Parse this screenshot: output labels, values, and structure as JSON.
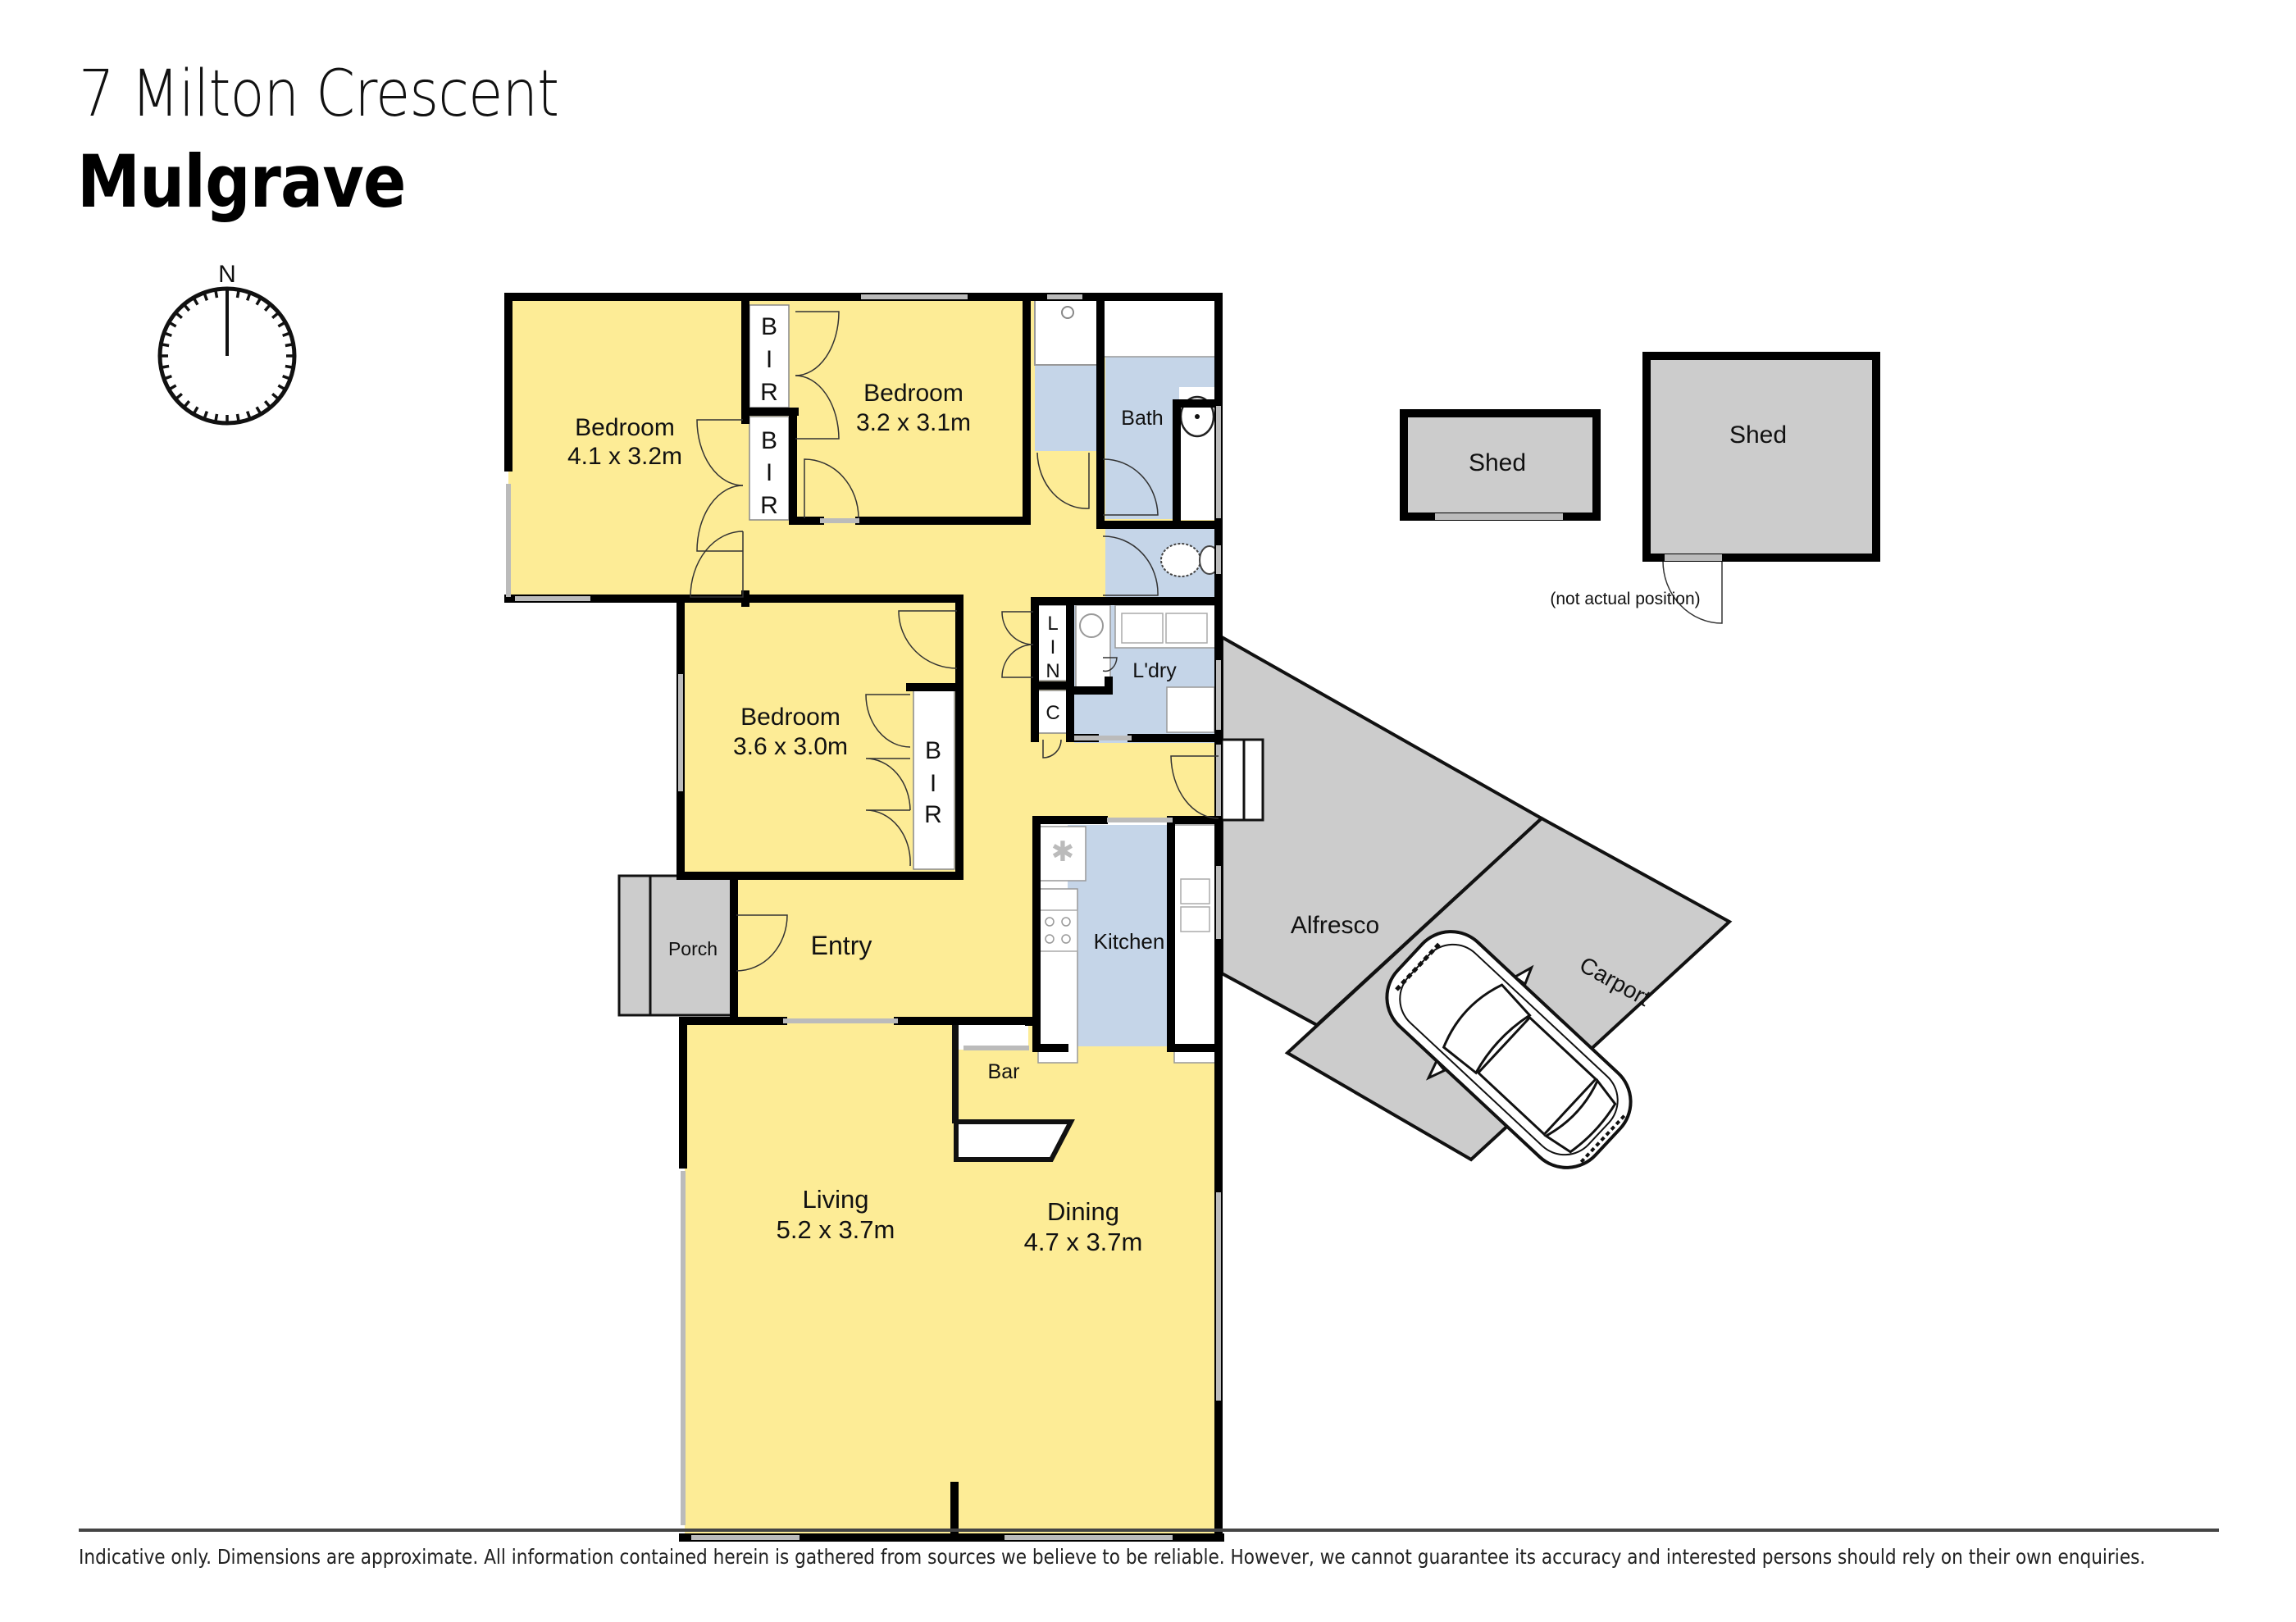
{
  "header": {
    "address_line": "7 Milton Crescent",
    "suburb": "Mulgrave"
  },
  "compass": {
    "icon": "north-compass-icon",
    "label": "N"
  },
  "colors": {
    "living_area": "#fdec96",
    "wet_area": "#c5d5e8",
    "outdoor_area": "#cccccc",
    "wall": "#000000",
    "fixture": "#ffffff"
  },
  "rooms": {
    "bedroom1": {
      "name": "Bedroom",
      "dims": "4.1 x 3.2m"
    },
    "bedroom2": {
      "name": "Bedroom",
      "dims": "3.2 x 3.1m"
    },
    "bedroom3": {
      "name": "Bedroom",
      "dims": "3.6 x 3.0m"
    },
    "bir1": {
      "letters": [
        "B",
        "I",
        "R"
      ]
    },
    "bir2": {
      "letters": [
        "B",
        "I",
        "R"
      ]
    },
    "bir3": {
      "letters": [
        "B",
        "I",
        "R"
      ]
    },
    "bath": {
      "name": "Bath"
    },
    "lin": {
      "letters": [
        "L",
        "I",
        "N"
      ]
    },
    "cupboard": {
      "name": "C"
    },
    "laundry": {
      "name": "L'dry"
    },
    "kitchen": {
      "name": "Kitchen"
    },
    "porch": {
      "name": "Porch"
    },
    "entry": {
      "name": "Entry"
    },
    "bar": {
      "name": "Bar"
    },
    "living": {
      "name": "Living",
      "dims": "5.2 x 3.7m"
    },
    "dining": {
      "name": "Dining",
      "dims": "4.7 x 3.7m"
    },
    "alfresco": {
      "name": "Alfresco"
    },
    "carport": {
      "name": "Carport"
    },
    "shed1": {
      "name": "Shed"
    },
    "shed2": {
      "name": "Shed"
    }
  },
  "sheds_note": "(not actual position)",
  "footer": {
    "disclaimer": "Indicative only. Dimensions are approximate. All information contained herein is gathered from sources we believe to be reliable. However, we cannot guarantee its accuracy and interested persons should rely on their own enquiries."
  }
}
